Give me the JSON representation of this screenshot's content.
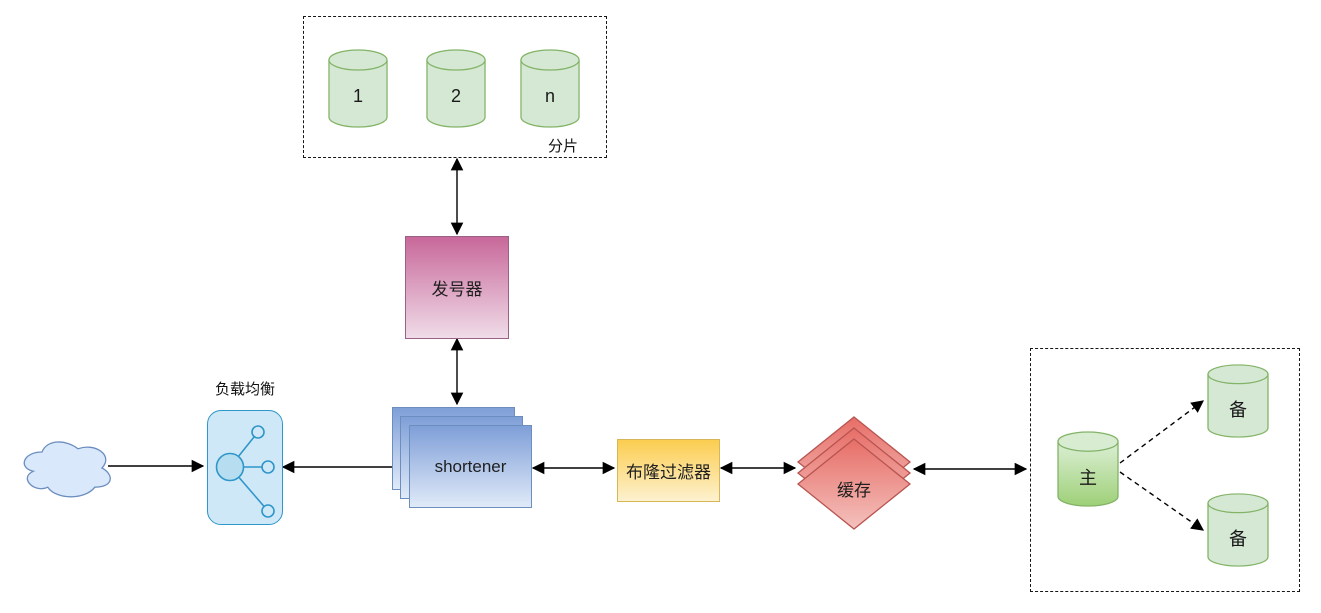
{
  "diagram": {
    "shard_group": {
      "label": "分片",
      "cylinders": [
        {
          "label": "1"
        },
        {
          "label": "2"
        },
        {
          "label": "n"
        }
      ]
    },
    "issuer": {
      "label": "发号器"
    },
    "load_balancer": {
      "label": "负载均衡"
    },
    "shortener": {
      "label": "shortener"
    },
    "bloom_filter": {
      "label": "布隆过滤器"
    },
    "cache": {
      "label": "缓存"
    },
    "db_group": {
      "master": {
        "label": "主"
      },
      "replicas": [
        {
          "label": "备"
        },
        {
          "label": "备"
        }
      ]
    }
  },
  "colors": {
    "background": "#ffffff",
    "arrow": "#000000",
    "group_border": "#161616",
    "cylinder_green_fill": "#d5e8d4",
    "cylinder_green_stroke": "#82b366",
    "master_gradient_top": "#dcefd6",
    "master_gradient_bottom": "#9ed077",
    "issuer_gradient_top": "#c8689a",
    "issuer_gradient_bottom": "#f0dce8",
    "issuer_stroke": "#996185",
    "shortener_gradient_top": "#7f9fd8",
    "shortener_gradient_bottom": "#e0eaf8",
    "shortener_stroke": "#6c8ebf",
    "bloom_gradient_top": "#fbcd50",
    "bloom_gradient_bottom": "#fdf1cf",
    "bloom_stroke": "#d6b656",
    "cache_gradient_top": "#e76e67",
    "cache_gradient_bottom": "#f4c1bd",
    "cache_stroke": "#b85450",
    "lb_fill": "#cfe8f8",
    "lb_stroke": "#2e96c8",
    "cloud_fill": "#dae8fc",
    "cloud_stroke": "#6c8ebf"
  },
  "icons": [
    "internet-cloud-icon",
    "load-balancer-icon",
    "database-cylinder-icon",
    "cache-diamond-stack-icon",
    "server-stack-icon"
  ]
}
